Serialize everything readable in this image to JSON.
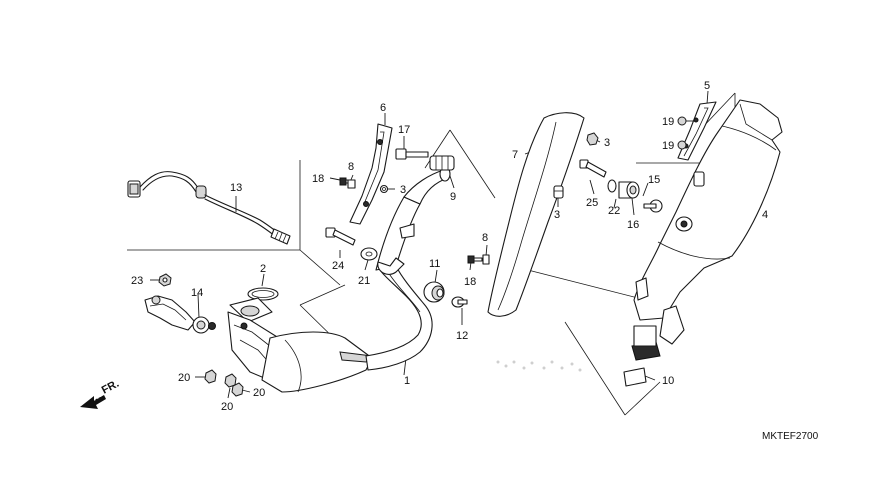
{
  "diagram_code": "MKTEF2700",
  "direction_label": "FR.",
  "callouts": {
    "c1": "1",
    "c2": "2",
    "c3a": "3",
    "c3b": "3",
    "c3c": "3",
    "c4": "4",
    "c5": "5",
    "c6": "6",
    "c7": "7",
    "c8a": "8",
    "c8b": "8",
    "c9": "9",
    "c10": "10",
    "c11": "11",
    "c12": "12",
    "c13": "13",
    "c14": "14",
    "c15": "15",
    "c16": "16",
    "c17": "17",
    "c18a": "18",
    "c18b": "18",
    "c19a": "19",
    "c19b": "19",
    "c20a": "20",
    "c20b": "20",
    "c20c": "20",
    "c21": "21",
    "c22": "22",
    "c23": "23",
    "c24": "24",
    "c25": "25"
  }
}
